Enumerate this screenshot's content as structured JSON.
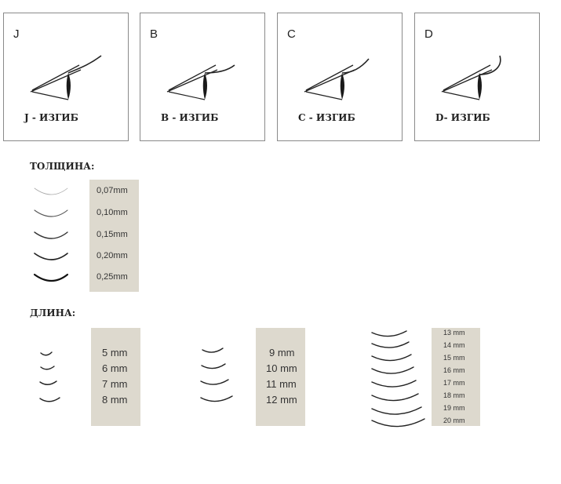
{
  "curl_types": [
    {
      "letter": "J",
      "caption": "J - ИЗГИБ"
    },
    {
      "letter": "B",
      "caption": "B - ИЗГИБ"
    },
    {
      "letter": "C",
      "caption": "C - ИЗГИБ"
    },
    {
      "letter": "D",
      "caption": "D- ИЗГИБ"
    }
  ],
  "thickness": {
    "heading": "ТОЛЩИНА:",
    "values": [
      "0,07mm",
      "0,10mm",
      "0,15mm",
      "0,20mm",
      "0,25mm"
    ]
  },
  "length": {
    "heading": "ДЛИНА:",
    "group_a": [
      "5 mm",
      "6 mm",
      "7 mm",
      "8 mm"
    ],
    "group_b": [
      "9 mm",
      "10 mm",
      "11 mm",
      "12 mm"
    ],
    "group_c": [
      "13 mm",
      "14 mm",
      "15 mm",
      "16 mm",
      "17 mm",
      "18 mm",
      "19 mm",
      "20 mm"
    ]
  }
}
